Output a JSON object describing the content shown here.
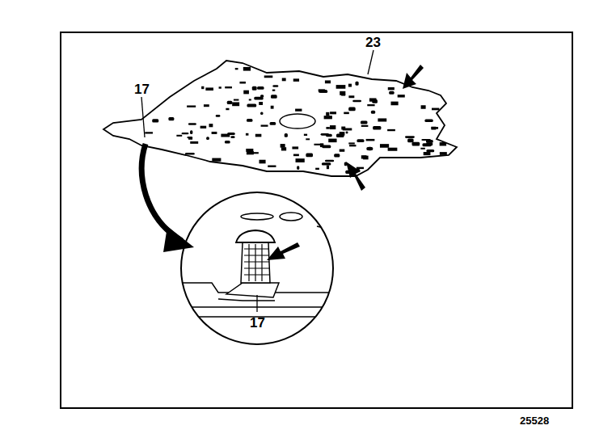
{
  "diagram": {
    "labels": [
      "23",
      "17",
      "17",
      "25528"
    ]
  }
}
